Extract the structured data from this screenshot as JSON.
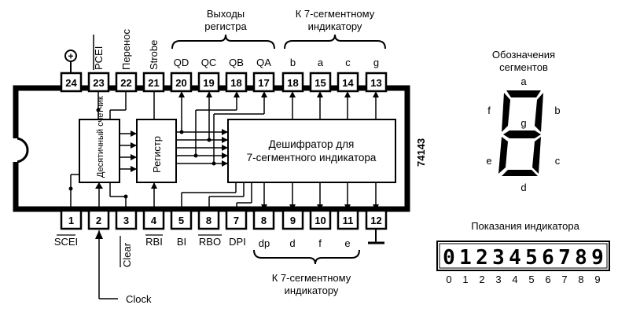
{
  "chip": {
    "part_number": "74143",
    "counter_label": "Десятичный счетчик",
    "register_label": "Регистр",
    "decoder_label_line1": "Дешифратор для",
    "decoder_label_line2": "7-сегментного индикатора"
  },
  "top_pins": [
    {
      "num": "24",
      "label": "+"
    },
    {
      "num": "23",
      "label": "PCEI"
    },
    {
      "num": "22",
      "label": "Перенос"
    },
    {
      "num": "21",
      "label": "Strobe"
    },
    {
      "num": "20",
      "label": "QD"
    },
    {
      "num": "19",
      "label": "QC"
    },
    {
      "num": "18",
      "label": "QB"
    },
    {
      "num": "17",
      "label": "QA"
    },
    {
      "num": "18",
      "label": "b"
    },
    {
      "num": "15",
      "label": "a"
    },
    {
      "num": "14",
      "label": "c"
    },
    {
      "num": "13",
      "label": "g"
    }
  ],
  "bottom_pins": [
    {
      "num": "1",
      "label": "SCEI"
    },
    {
      "num": "2",
      "label": ""
    },
    {
      "num": "3",
      "label": "Clear"
    },
    {
      "num": "4",
      "label": "RBI"
    },
    {
      "num": "5",
      "label": "BI"
    },
    {
      "num": "8",
      "label": "RBO"
    },
    {
      "num": "7",
      "label": "DPI"
    },
    {
      "num": "8",
      "label": "dp"
    },
    {
      "num": "9",
      "label": "d"
    },
    {
      "num": "10",
      "label": "f"
    },
    {
      "num": "11",
      "label": "e"
    },
    {
      "num": "12",
      "label": ""
    }
  ],
  "annotations": {
    "register_outputs_line1": "Выходы",
    "register_outputs_line2": "регистра",
    "to_display_top_line1": "К 7-сегментному",
    "to_display_top_line2": "индикатору",
    "to_display_bottom_line1": "К 7-сегментному",
    "to_display_bottom_line2": "индикатору",
    "clock": "Clock"
  },
  "segment_legend": {
    "title_line1": "Обозначения",
    "title_line2": "сегментов",
    "a": "a",
    "b": "b",
    "c": "c",
    "d": "d",
    "e": "e",
    "f": "f",
    "g": "g"
  },
  "indicator": {
    "title": "Показания индикатора",
    "digits": [
      "0",
      "1",
      "2",
      "3",
      "4",
      "5",
      "6",
      "7",
      "8",
      "9"
    ],
    "numbers": [
      "0",
      "1",
      "2",
      "3",
      "4",
      "5",
      "6",
      "7",
      "8",
      "9"
    ]
  }
}
